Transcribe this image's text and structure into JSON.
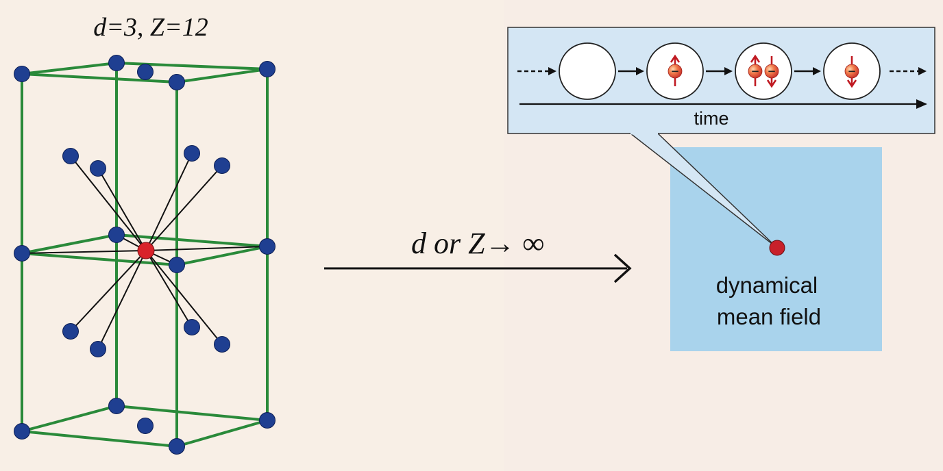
{
  "lattice": {
    "title": "d=3, Z=12",
    "edge_color": "#2a8a3a",
    "site_color": "#1f3f91",
    "center_color": "#d9222a"
  },
  "transition": {
    "label": "d  or Z→ ∞"
  },
  "mean_field": {
    "box_color": "#a9d3ec",
    "impurity_color": "#c8202a",
    "label_line1": "dynamical",
    "label_line2": "mean field"
  },
  "timeline": {
    "box_color": "#d4e6f4",
    "axis_label": "time",
    "states": [
      {
        "name": "empty",
        "electrons": []
      },
      {
        "name": "spin-up",
        "electrons": [
          "up"
        ]
      },
      {
        "name": "doubly-occupied",
        "electrons": [
          "up",
          "down"
        ]
      },
      {
        "name": "spin-down",
        "electrons": [
          "down"
        ]
      }
    ],
    "electron_sign": "−"
  },
  "icons": [
    "transition-arrow-icon",
    "time-arrow-icon",
    "electron-icon",
    "spin-up-arrow-icon",
    "spin-down-arrow-icon"
  ]
}
